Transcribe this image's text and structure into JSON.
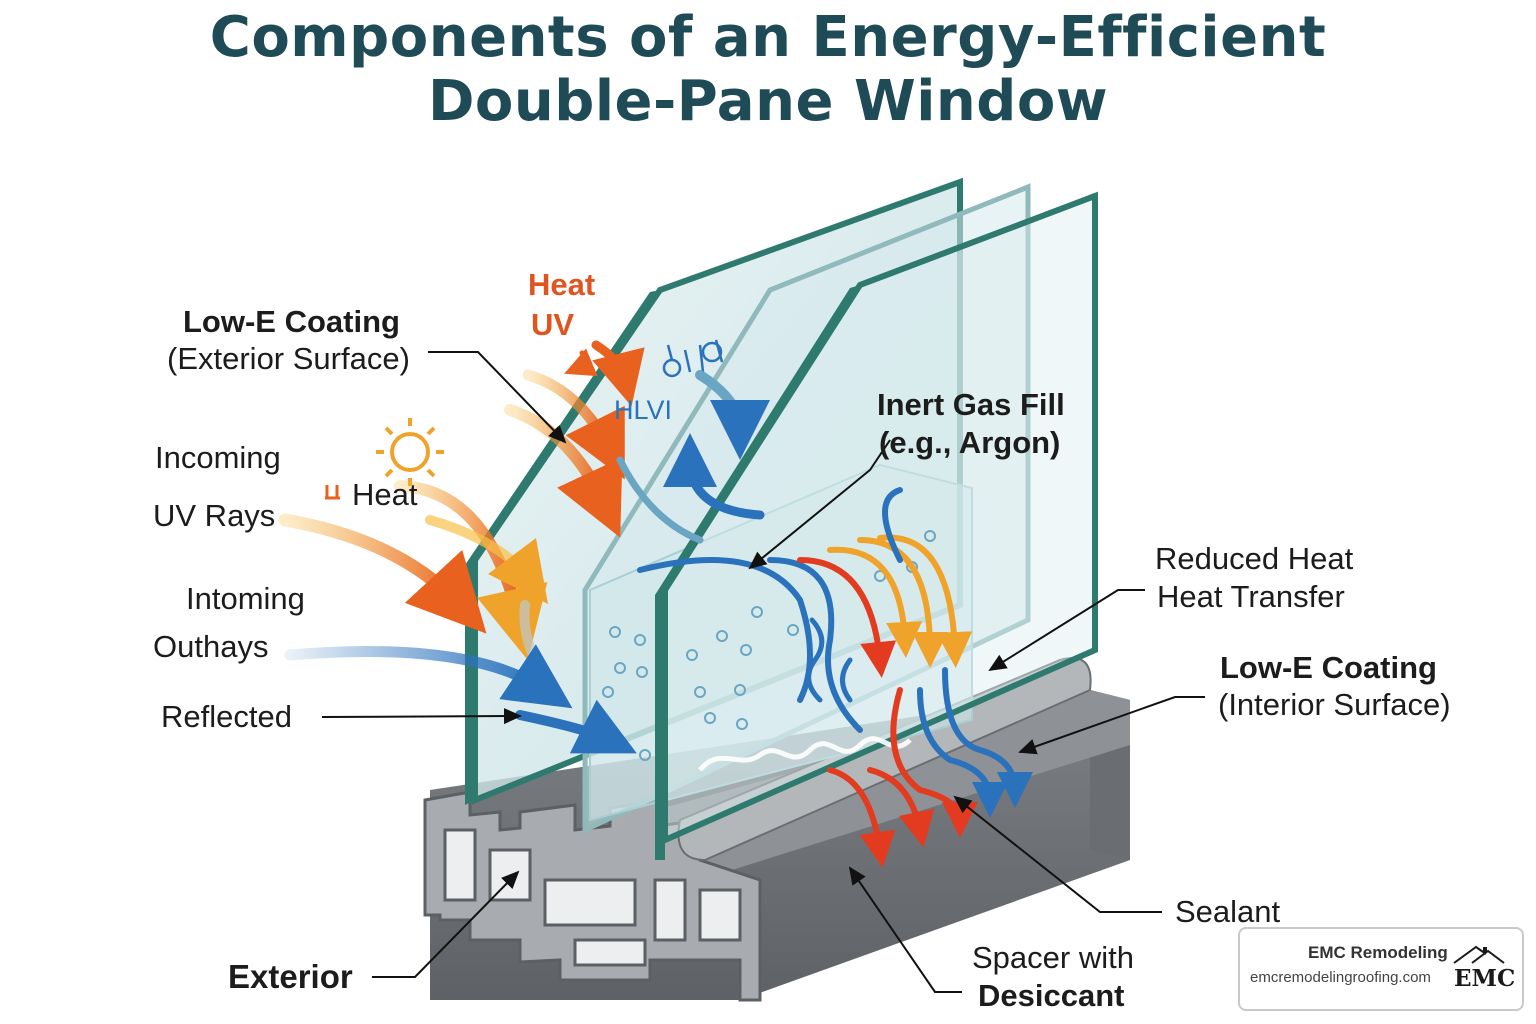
{
  "title": {
    "line1": "Components of an Energy-Efficient",
    "line2": "Double-Pane Window"
  },
  "labels": {
    "low_e_exterior_title": "Low-E Coating",
    "low_e_exterior_sub": "(Exterior Surface)",
    "heat_top": "Heat",
    "uv_top": "UV",
    "hlvi": "HLVI",
    "incoming": "Incoming",
    "heat_mid": "Heat",
    "uv_rays": "UV Rays",
    "intoming": "Intoming",
    "outhays": "Outhays",
    "reflected": "Reflected",
    "exterior": "Exterior",
    "inert_gas_title": "Inert Gas Fill",
    "inert_gas_sub": "(e.g., Argon)",
    "reduced_heat_1": "Reduced Heat",
    "reduced_heat_2": "Heat Transfer",
    "low_e_interior_title": "Low-E Coating",
    "low_e_interior_sub": "(Interior Surface)",
    "sealant": "Sealant",
    "spacer_1": "Spacer with",
    "spacer_2": "Desiccant"
  },
  "logo": {
    "name": "EMC Remodeling",
    "url": "emcremodelingroofing.com",
    "mark": "EMC"
  },
  "colors": {
    "title": "#1f4b57",
    "heat": "#e0541f",
    "uv": "#f0a32a",
    "cool": "#2b72bd",
    "glass_edge": "#2f7a6f",
    "frame": "#8c8f93"
  }
}
